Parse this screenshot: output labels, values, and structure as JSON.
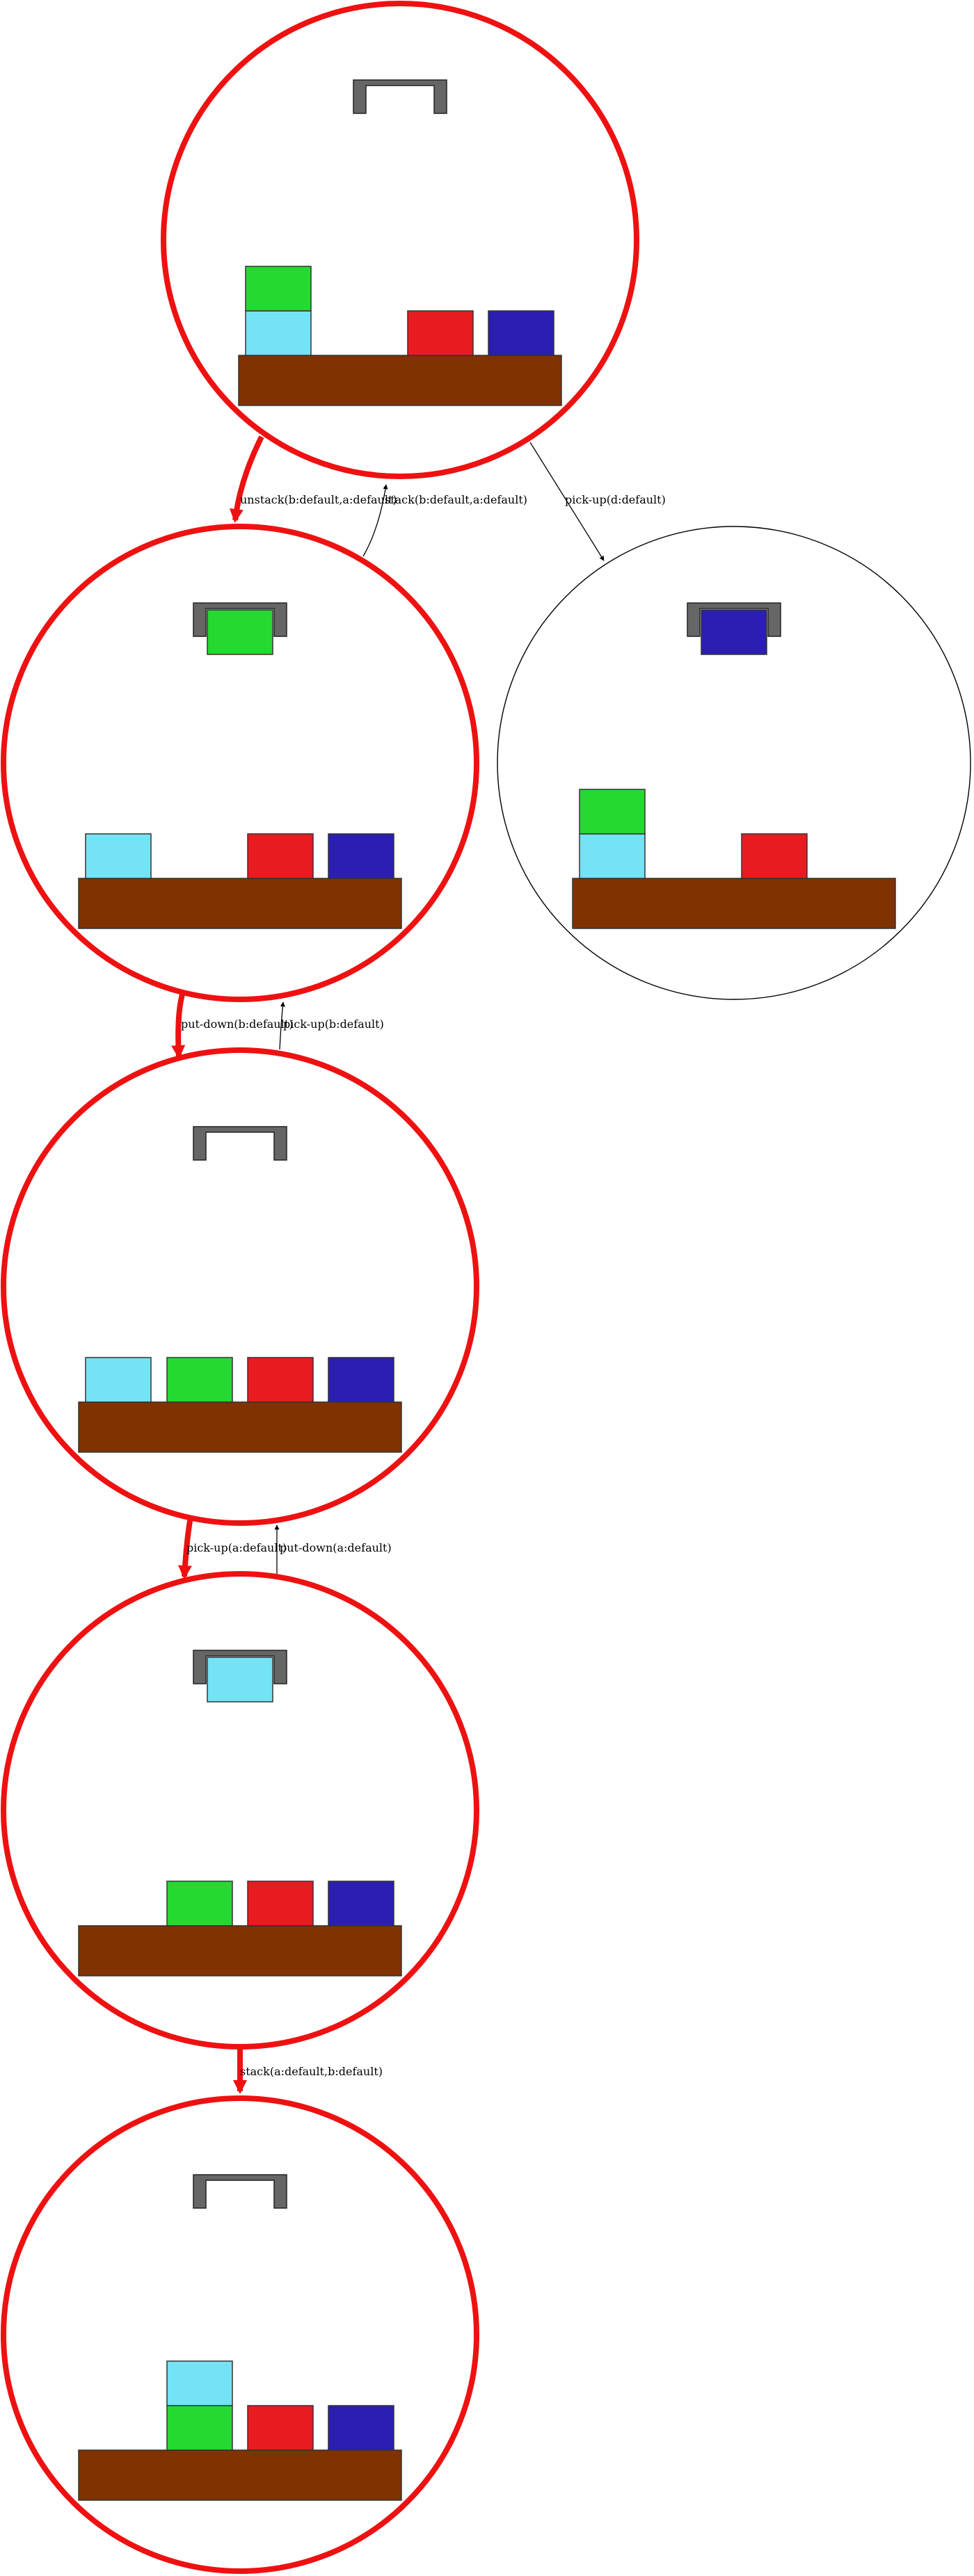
{
  "diagram": {
    "colors": {
      "block_a": "#73e3f5",
      "block_b": "#26d930",
      "block_c": "#e81c20",
      "block_d": "#2a1fb0",
      "table": "#803200",
      "gripper": "#666666",
      "highlight": "#ee1111",
      "normal_stroke": "#000000"
    },
    "states": [
      {
        "id": "s0",
        "on_path": true,
        "holding": null,
        "stacks": [
          [
            "a",
            "b"
          ],
          [],
          [
            "c"
          ],
          [
            "d"
          ]
        ]
      },
      {
        "id": "s1",
        "on_path": true,
        "holding": "b",
        "stacks": [
          [
            "a"
          ],
          [],
          [
            "c"
          ],
          [
            "d"
          ]
        ]
      },
      {
        "id": "s2",
        "on_path": false,
        "holding": "d",
        "stacks": [
          [
            "a",
            "b"
          ],
          [],
          [
            "c"
          ],
          []
        ]
      },
      {
        "id": "s3",
        "on_path": true,
        "holding": null,
        "stacks": [
          [
            "a"
          ],
          [
            "b"
          ],
          [
            "c"
          ],
          [
            "d"
          ]
        ]
      },
      {
        "id": "s4",
        "on_path": true,
        "holding": "a",
        "stacks": [
          [],
          [
            "b"
          ],
          [
            "c"
          ],
          [
            "d"
          ]
        ]
      },
      {
        "id": "s5",
        "on_path": true,
        "holding": null,
        "stacks": [
          [],
          [
            "b",
            "a"
          ],
          [
            "c"
          ],
          [
            "d"
          ]
        ]
      }
    ],
    "transitions": [
      {
        "from": "s0",
        "to": "s1",
        "label": "unstack(b:default,a:default)",
        "on_path": true
      },
      {
        "from": "s1",
        "to": "s0",
        "label": "stack(b:default,a:default)",
        "on_path": false
      },
      {
        "from": "s0",
        "to": "s2",
        "label": "pick-up(d:default)",
        "on_path": false
      },
      {
        "from": "s1",
        "to": "s3",
        "label": "put-down(b:default)",
        "on_path": true
      },
      {
        "from": "s3",
        "to": "s1",
        "label": "pick-up(b:default)",
        "on_path": false
      },
      {
        "from": "s3",
        "to": "s4",
        "label": "pick-up(a:default)",
        "on_path": true
      },
      {
        "from": "s4",
        "to": "s3",
        "label": "put-down(a:default)",
        "on_path": false
      },
      {
        "from": "s4",
        "to": "s5",
        "label": "stack(a:default,b:default)",
        "on_path": true
      }
    ]
  }
}
